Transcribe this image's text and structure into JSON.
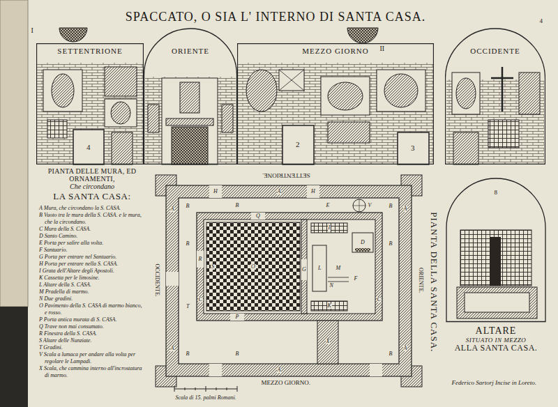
{
  "diagram": {
    "title": "SPACCATO, O SIA L' INTERNO DI SANTA CASA.",
    "nodes": [
      {
        "text": [
          "SETTENTRIONE"
        ]
      },
      {
        "text": [
          "ORIENTE"
        ]
      },
      {
        "text": [
          "MEZZO GIORNO"
        ]
      },
      {
        "text": [
          "OCCIDENTE"
        ]
      },
      {
        "text": [
          "ALTARE",
          "SITUATO IN MEZZO",
          "ALLA SANTA CASA."
        ]
      }
    ],
    "labels": [
      "I",
      "II",
      "4",
      "4",
      "2",
      "3",
      "8",
      "PIANTA DELLE MURA, ED ORNAMENTI,",
      "Che circondano",
      "LA SANTA CASA:",
      "A Mura, che circondano la S. CASA.",
      "B Vuoto tra le mura della S. CASA. e le mura, che la circondano.",
      "C Mura della S. CASA.",
      "D Santo Camino.",
      "E Porta per salire alla volta.",
      "F Santuario.",
      "G Porta per entrare nel Santuario.",
      "H Porta per entrare nella S. CASA.",
      "I Grata dell'Altare degli Apostoli.",
      "K Cassetta per le limosine.",
      "L Altare della S. CASA.",
      "M Pradella di marmo.",
      "N Due gradini.",
      "O Pavimento della S. CASA di marmo bianco, e rosso.",
      "P Porta antica murata di S. CASA.",
      "Q Trave non mai consumato.",
      "R Finestra della S. CASA.",
      "S Altare delle Nunziate.",
      "T Gradini.",
      "V Scala a lumaca per andare alla volta per regolare le Lampadi.",
      "X Scala, che cammina interno all'incrostatura di marmo.",
      "SETTENTRIONE.",
      "ORIENTE.",
      "OCCIDENTE.",
      "MEZZO GIORNO.",
      "PIANTA DELLA SANTA CASA.",
      "Scala di 15. palmi Romani.",
      "Federico Sartorj Incise in Loreto.",
      "A",
      "A",
      "A",
      "A",
      "A",
      "A",
      "B",
      "B",
      "B",
      "B",
      "B",
      "B",
      "B",
      "B",
      "C",
      "C",
      "D",
      "E",
      "F",
      "G",
      "H",
      "H",
      "I",
      "K",
      "L",
      "M",
      "N",
      "O",
      "P",
      "Q",
      "R",
      "S",
      "T",
      "V",
      "X"
    ]
  }
}
